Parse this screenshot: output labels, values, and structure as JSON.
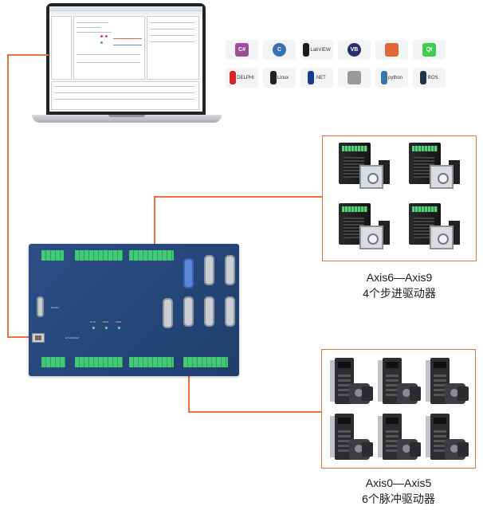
{
  "logos": [
    {
      "label": "C#",
      "color": "#9b4f96",
      "icon": "csharp-icon"
    },
    {
      "label": "C",
      "color": "#3a6fb6",
      "icon": "c-language-icon"
    },
    {
      "label": "LabVIEW",
      "color": "#1c1c1c",
      "icon": "labview-icon"
    },
    {
      "label": "VB",
      "color": "#2a2f6d",
      "icon": "vb-icon"
    },
    {
      "label": "",
      "color": "#e16737",
      "icon": "matlab-icon"
    },
    {
      "label": "Qt",
      "color": "#41cd52",
      "icon": "qt-icon"
    },
    {
      "label": "DELPHI",
      "color": "#d4242b",
      "icon": "delphi-icon"
    },
    {
      "label": "Linux",
      "color": "#222222",
      "icon": "linux-icon"
    },
    {
      "label": ".NET",
      "color": "#1d3b8e",
      "icon": "dotnet-icon"
    },
    {
      "label": "",
      "color": "#9a9a9a",
      "icon": "apple-icon"
    },
    {
      "label": "python",
      "color": "#3776ab",
      "icon": "python-icon"
    },
    {
      "label": "ROS",
      "color": "#22314e",
      "icon": "ros-icon"
    }
  ],
  "board": {
    "ethernet_label": "ETHERNET",
    "rs232_label": "RS232",
    "led_labels": [
      "RUN",
      "ERR",
      "PWR"
    ]
  },
  "stepper_group": {
    "caption_line1": "Axis6—Axis9",
    "caption_line2": "4个步进驱动器"
  },
  "servo_group": {
    "caption_line1": "Axis0—Axis5",
    "caption_line2": "6个脉冲驱动器"
  },
  "colors": {
    "wire": "#e8733a",
    "board": "#234677"
  }
}
